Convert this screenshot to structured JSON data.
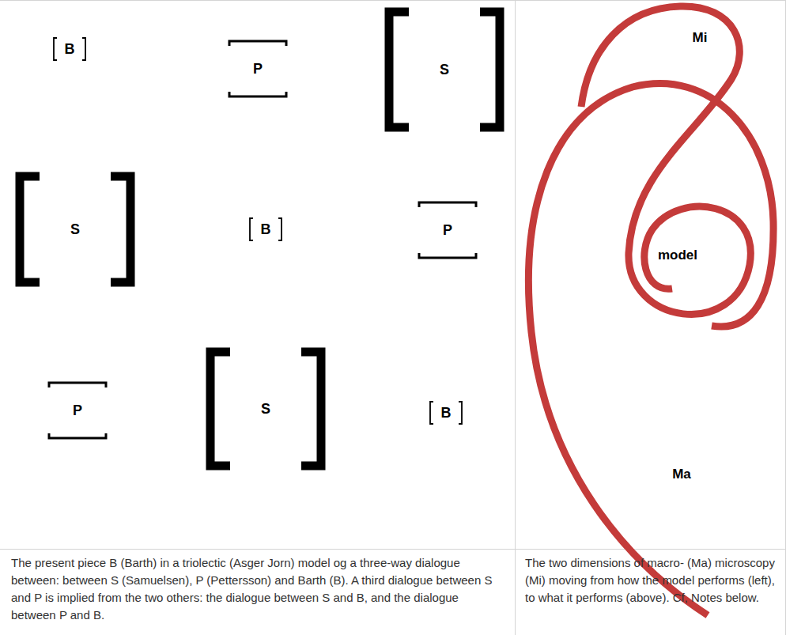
{
  "diagram": {
    "labels": [
      "B",
      "P",
      "S",
      "S",
      "B",
      "P",
      "P",
      "S",
      "B",
      "Mi",
      "model",
      "Ma",
      "The present piece B (Barth) in a triolectic (Asger Jorn) model og a three-way dialogue between: between S (Samuelsen), P (Pettersson) and Barth (B). A third dialogue between S and P is implied from the two others: the dialogue between S and B, and the dialogue between P and B.",
      "The two dimensions of macro- (Ma) microscopy (Mi) moving from how the model performs (left), to what it performs (above). Cf, Notes below."
    ]
  }
}
